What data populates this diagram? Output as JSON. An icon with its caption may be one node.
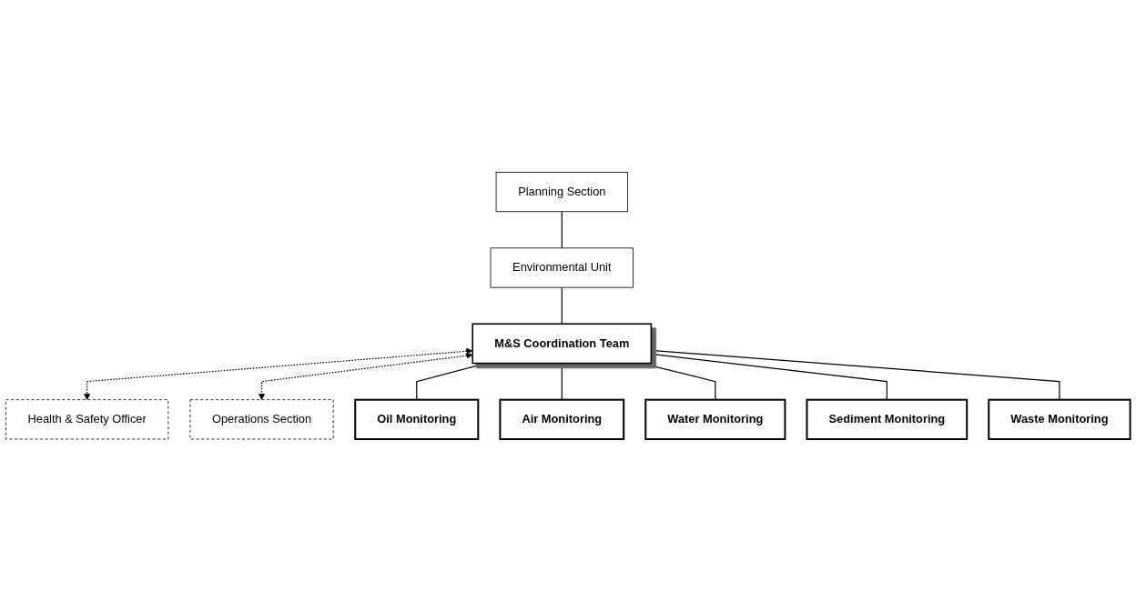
{
  "diagram": {
    "nodes": [
      {
        "text": [
          "Planning Section"
        ]
      },
      {
        "text": [
          "Environmental Unit"
        ]
      },
      {
        "text": [
          "Health & Safety Officer"
        ]
      },
      {
        "text": [
          "M&S Coordination Team"
        ]
      },
      {
        "text": [
          "Operations Section"
        ]
      },
      {
        "text": [
          "Oil Monitoring"
        ]
      },
      {
        "text": [
          "Air Monitoring"
        ]
      },
      {
        "text": [
          "Water Monitoring"
        ]
      },
      {
        "text": [
          "Sediment Monitoring"
        ]
      },
      {
        "text": [
          "Waste Monitoring"
        ]
      }
    ],
    "edges": [
      {
        "from": 0,
        "to": 1,
        "arrow": "none"
      },
      {
        "from": 1,
        "to": 3,
        "arrow": "none"
      },
      {
        "from": 3,
        "to": 2,
        "arrow": "both",
        "style": "dashed"
      },
      {
        "from": 3,
        "to": 4,
        "arrow": "both",
        "style": "dashed"
      },
      {
        "from": 3,
        "to": 5,
        "arrow": "none"
      },
      {
        "from": 3,
        "to": 6,
        "arrow": "none"
      },
      {
        "from": 3,
        "to": 7,
        "arrow": "none"
      },
      {
        "from": 3,
        "to": 8,
        "arrow": "none"
      },
      {
        "from": 3,
        "to": 9,
        "arrow": "none"
      }
    ]
  }
}
